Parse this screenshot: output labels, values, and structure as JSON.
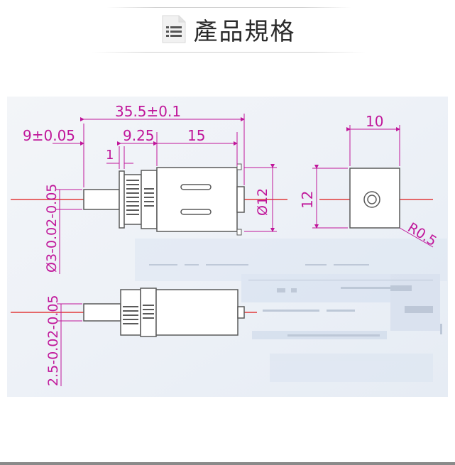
{
  "header": {
    "title": "產品規格",
    "icon": "document-list-icon"
  },
  "drawing": {
    "top_view": {
      "overall_length": "35.5±0.1",
      "shaft_length": "9±0.05",
      "gearbox_length": "9.25",
      "motor_length": "15",
      "flange": "1",
      "diameter": "Ø12",
      "shaft_diameter": "Ø3-0.02-0.05"
    },
    "end_view": {
      "width": "10",
      "height": "12",
      "radius": "R0.5"
    },
    "side_view": {
      "shaft_flat": "2.5-0.02-0.05"
    },
    "colors": {
      "dimension": "#c0169a",
      "centerline": "#e23a3a",
      "outline": "#5a5a5a",
      "background_tint": "#e8eef6"
    }
  }
}
